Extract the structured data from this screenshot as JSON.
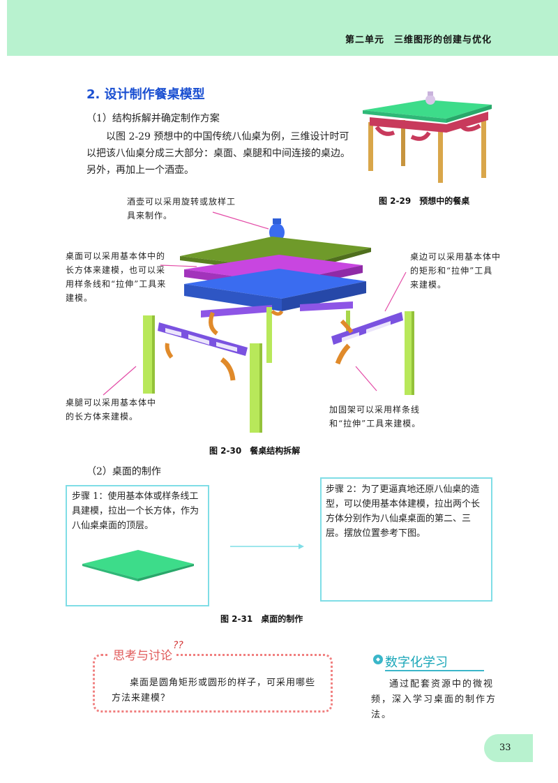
{
  "header": {
    "title": "第二单元　三维图形的创建与优化"
  },
  "section": {
    "title": "2. 设计制作餐桌模型",
    "sub1": "（1）结构拆解并确定制作方案",
    "para": "以图 2-29 预想中的中国传统八仙桌为例，三维设计时可以把该八仙桌分成三大部分：桌面、桌腿和中间连接的桌边。另外，再加上一个酒壶。"
  },
  "fig29": {
    "caption": "图 2-29　预想中的餐桌"
  },
  "fig30": {
    "caption": "图 2-30　餐桌结构拆解",
    "notes": {
      "flask": "酒壶可以采用旋转或放样工具来制作。",
      "top": "桌面可以采用基本体中的长方体来建模，也可以采用样条线和“拉伸”工具来建模。",
      "edge": "桌边可以采用基本体中的矩形和“拉伸”工具来建模。",
      "legs": "桌腿可以采用基本体中的长方体来建模。",
      "brace": "加固架可以采用样条线和“拉伸”工具来建模。"
    }
  },
  "sub2": "（2）桌面的制作",
  "steps": {
    "step1": "步骤 1：使用基本体或样条线工具建模，拉出一个长方体，作为八仙桌桌面的顶层。",
    "step2": "步骤 2：为了更逼真地还原八仙桌的造型，可以使用基本体建模，拉出两个长方体分别作为八仙桌桌面的第二、三层。摆放位置参考下图。"
  },
  "fig31": {
    "caption": "图 2-31　桌面的制作"
  },
  "think": {
    "title": "思考与讨论",
    "marks": "??",
    "text": "桌面是圆角矩形或圆形的样子，可采用哪些方法来建模？"
  },
  "digital": {
    "title": "数字化学习",
    "text": "通过配套资源中的微视频，深入学习桌面的制作方法。"
  },
  "page": {
    "number": "33"
  },
  "colors": {
    "band": "#b8f2cf",
    "title_blue": "#1a4fd1",
    "top_green": "#3ddc8a",
    "olive": "#6f9a2a",
    "magenta": "#c846e0",
    "blue": "#3a6cf0",
    "purple": "#8d55e6",
    "leg": "#b8e85a",
    "orange": "#e08a2a",
    "pink_line": "#e34aa6",
    "cyan": "#7fdde6",
    "dots": "#f07f7f"
  }
}
